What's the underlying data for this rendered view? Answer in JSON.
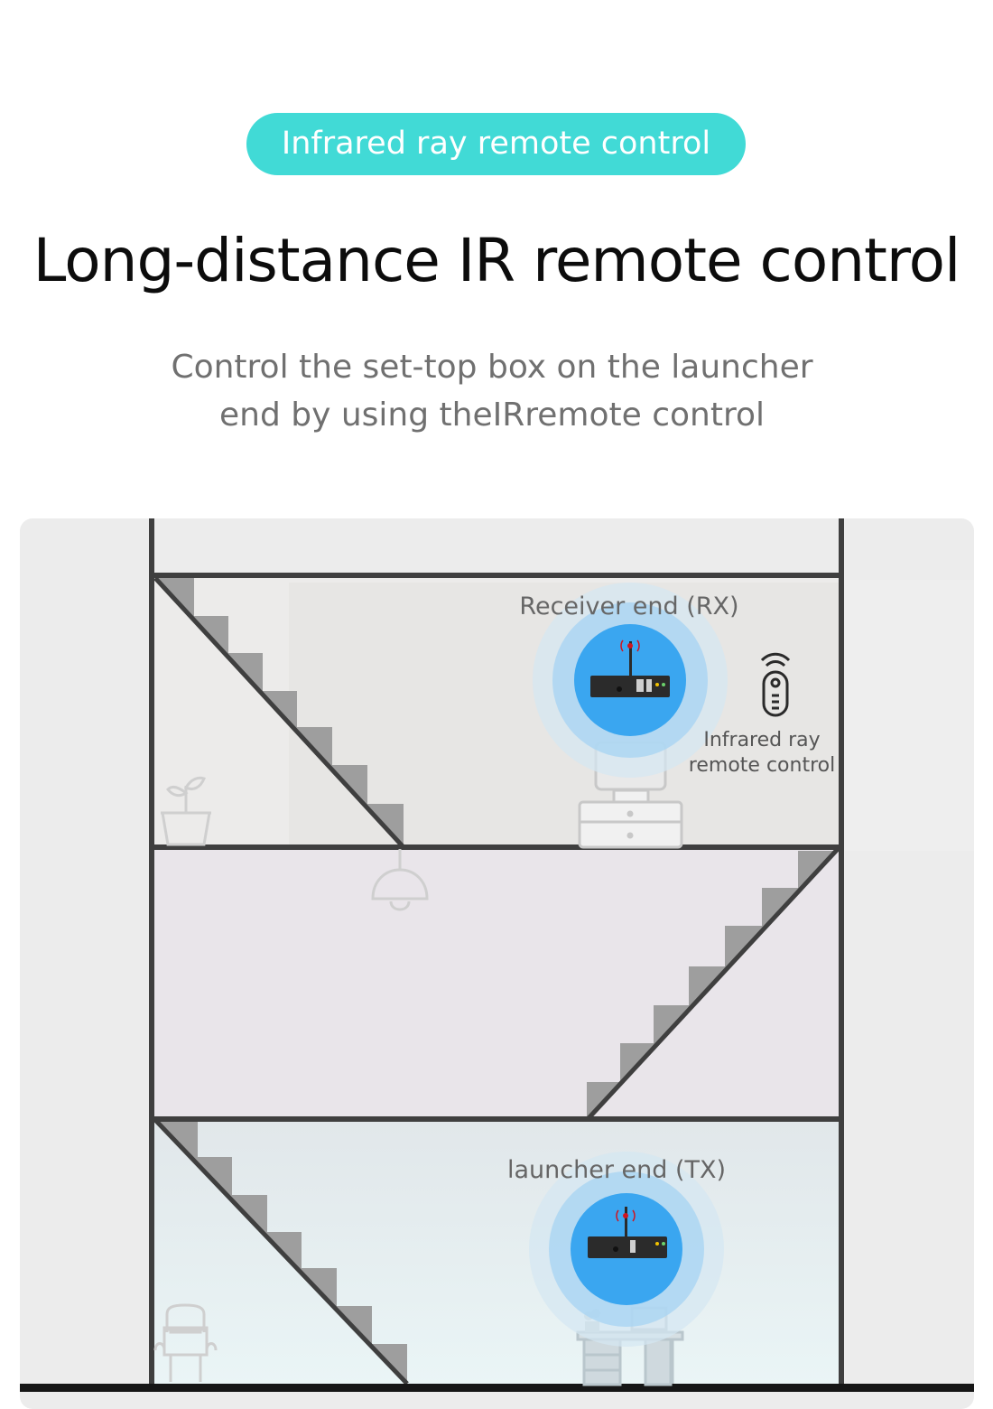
{
  "badge": {
    "label": "Infrared ray remote control"
  },
  "heading": {
    "title": "Long-distance IR remote control"
  },
  "description": {
    "line1": "Control the set-top box on the launcher",
    "line2": "end by using theIRremote control"
  },
  "scene": {
    "receiver_label": "Receiver end (RX)",
    "launcher_label": "launcher end (TX)",
    "remote_label_line1": "Infrared ray",
    "remote_label_line2": "remote control"
  },
  "colors": {
    "accent": "#41dad6",
    "glow_blue": "#3aa6f0",
    "wall": "#3f3f3f",
    "antenna_tip": "#d0141f"
  },
  "icons": [
    "remote-control-icon",
    "antenna-icon",
    "plant-icon",
    "lamp-icon",
    "armchair-icon",
    "monitor-icon",
    "desk-icon",
    "tv-cabinet-icon"
  ]
}
